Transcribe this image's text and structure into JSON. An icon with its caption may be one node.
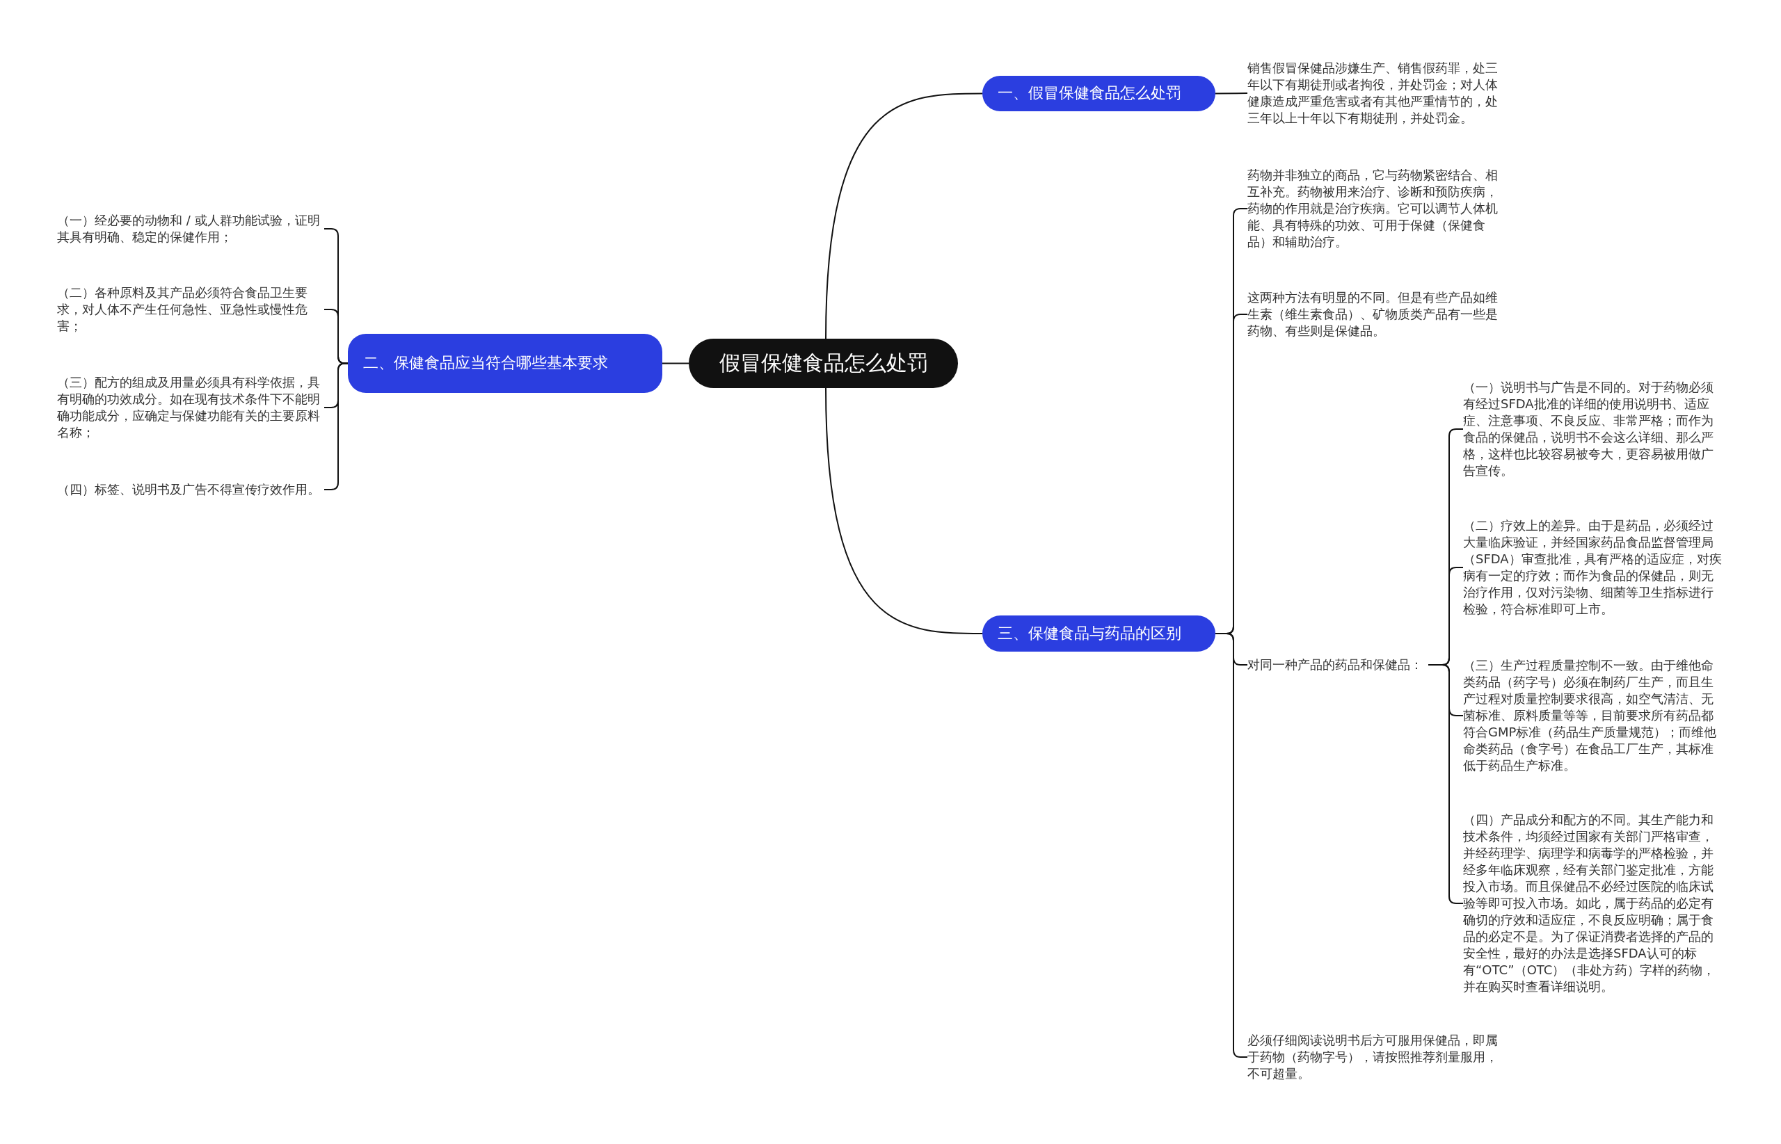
{
  "diagram": {
    "nodes": [
      {
        "text": [
          "假冒保健食品怎么处罚"
        ]
      },
      {
        "text": [
          "一、假冒保健食品怎么处罚"
        ]
      },
      {
        "text": [
          "销售假冒保健品涉嫌生产、销售假药罪，处三年以下有期徒刑或者拘役，并处罚金；对人体健康造成严重危害或者有其他严重情节的，处三年以上十年以下有期徒刑，并处罚金。"
        ]
      },
      {
        "text": [
          "二、保健食品应当符合哪些基本要求"
        ]
      },
      {
        "text": [
          "（一）经必要的动物和 / 或人群功能试验，证明其具有明确、稳定的保健作用；"
        ]
      },
      {
        "text": [
          "（二）各种原料及其产品必须符合食品卫生要求，对人体不产生任何急性、亚急性或慢性危害；"
        ]
      },
      {
        "text": [
          "（三）配方的组成及用量必须具有科学依据，具有明确的功效成分。如在现有技术条件下不能明确功能成分，应确定与保健功能有关的主要原料名称；"
        ]
      },
      {
        "text": [
          "（四）标签、说明书及广告不得宣传疗效作用。"
        ]
      },
      {
        "text": [
          "三、保健食品与药品的区别"
        ]
      },
      {
        "text": [
          "药物并非独立的商品，它与药物紧密结合、相互补充。药物被用来治疗、诊断和预防疾病，药物的作用就是治疗疾病。它可以调节人体机能、具有特殊的功效、可用于保健（保健食品）和辅助治疗。"
        ]
      },
      {
        "text": [
          "这两种方法有明显的不同。但是有些产品如维生素（维生素食品）、矿物质类产品有一些是药物、有些则是保健品。"
        ]
      },
      {
        "text": [
          "对同一种产品的药品和保健品："
        ]
      },
      {
        "text": [
          "（一）说明书与广告是不同的。对于药物必须有经过SFDA批准的详细的使用说明书、适应症、注意事项、不良反应、非常严格；而作为食品的保健品，说明书不会这么详细、那么严格，这样也比较容易被夸大，更容易被用做广告宣传。"
        ]
      },
      {
        "text": [
          "（二）疗效上的差异。由于是药品，必须经过大量临床验证，并经国家药品食品监督管理局（SFDA）审查批准，具有严格的适应症，对疾病有一定的疗效；而作为食品的保健品，则无治疗作用，仅对污染物、细菌等卫生指标进行检验，符合标准即可上市。"
        ]
      },
      {
        "text": [
          "（三）生产过程质量控制不一致。由于维他命类药品（药字号）必须在制药厂生产，而且生产过程对质量控制要求很高，如空气清洁、无菌标准、原料质量等等，目前要求所有药品都符合GMP标准（药品生产质量规范）；而维他命类药品（食字号）在食品工厂生产，其标准低于药品生产标准。"
        ]
      },
      {
        "text": [
          "（四）产品成分和配方的不同。其生产能力和技术条件，均须经过国家有关部门严格审查，并经药理学、病理学和病毒学的严格检验，并经多年临床观察，经有关部门鉴定批准，方能投入市场。而且保健品不必经过医院的临床试验等即可投入市场。如此，属于药品的必定有确切的疗效和适应症，不良反应明确；属于食品的必定不是。为了保证消费者选择的产品的安全性，最好的办法是选择SFDA认可的标有“OTC”（OTC）（非处方药）字样的药物，并在购买时查看详细说明。"
        ]
      },
      {
        "text": [
          "必须仔细阅读说明书后方可服用保健品，即属于药物（药物字号），请按照推荐剂量服用，不可超量。"
        ]
      }
    ],
    "edges": [
      {
        "from": 0,
        "to": 1,
        "arrow": "none"
      },
      {
        "from": 1,
        "to": 2,
        "arrow": "none"
      },
      {
        "from": 0,
        "to": 3,
        "arrow": "none"
      },
      {
        "from": 3,
        "to": 4,
        "arrow": "none"
      },
      {
        "from": 3,
        "to": 5,
        "arrow": "none"
      },
      {
        "from": 3,
        "to": 6,
        "arrow": "none"
      },
      {
        "from": 3,
        "to": 7,
        "arrow": "none"
      },
      {
        "from": 0,
        "to": 8,
        "arrow": "none"
      },
      {
        "from": 8,
        "to": 9,
        "arrow": "none"
      },
      {
        "from": 8,
        "to": 10,
        "arrow": "none"
      },
      {
        "from": 8,
        "to": 11,
        "arrow": "none"
      },
      {
        "from": 11,
        "to": 12,
        "arrow": "none"
      },
      {
        "from": 11,
        "to": 13,
        "arrow": "none"
      },
      {
        "from": 11,
        "to": 14,
        "arrow": "none"
      },
      {
        "from": 11,
        "to": 15,
        "arrow": "none"
      },
      {
        "from": 8,
        "to": 16,
        "arrow": "none"
      }
    ]
  }
}
